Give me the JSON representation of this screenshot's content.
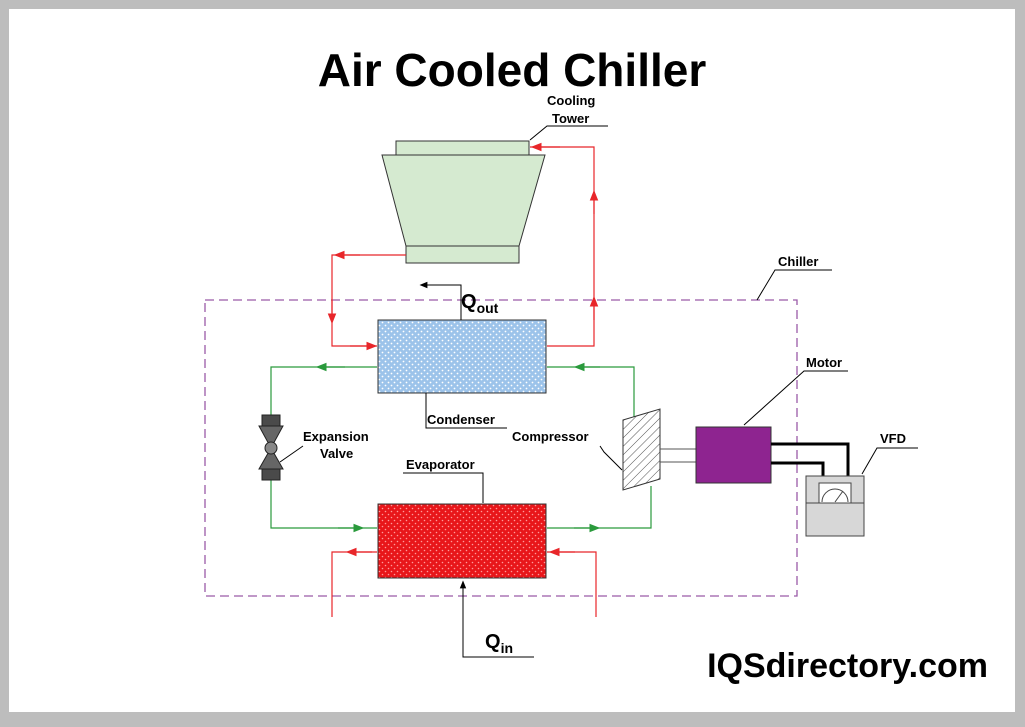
{
  "title": "Air Cooled Chiller",
  "brand": "IQSdirectory.com",
  "labels": {
    "cooling_tower_line1": "Cooling",
    "cooling_tower_line2": "Tower",
    "chiller": "Chiller",
    "q_out_main": "Q",
    "q_out_sub": "out",
    "condenser": "Condenser",
    "motor": "Motor",
    "compressor": "Compressor",
    "expansion_valve_line1": "Expansion",
    "expansion_valve_line2": "Valve",
    "evaporator": "Evaporator",
    "vfd": "VFD",
    "q_in_main": "Q",
    "q_in_sub": "in"
  },
  "colors": {
    "hot_water": "#e8262a",
    "refrigerant": "#2a9a3c",
    "condenser": "#9cc3ea",
    "evaporator": "#e8161a",
    "motor": "#8e2490",
    "tower": "#d5ead0",
    "chiller_boundary": "#9a5aa8"
  }
}
